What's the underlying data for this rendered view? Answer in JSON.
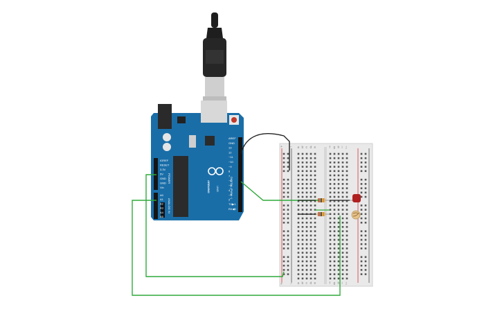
{
  "arduino": {
    "brand": "ARDUINO",
    "model": "UNO",
    "header_top": [
      "AREF",
      "GND",
      "13",
      "12",
      "~11",
      "~10",
      "~9",
      "8",
      "7",
      "~6",
      "~5",
      "4",
      "~3",
      "2",
      "TX▶1",
      "RX◀0"
    ],
    "digital_label": "DIGITAL (PWM ~)",
    "header_power": [
      "IOREF",
      "RESET",
      "3.3V",
      "5V",
      "GND",
      "GND",
      "Vin"
    ],
    "power_label": "POWER",
    "header_analog": [
      "A0",
      "A1",
      "A2",
      "A3",
      "A4",
      "A5"
    ],
    "analog_label": "ANALOG IN"
  },
  "breadboard": {
    "col_letters_left": [
      "a",
      "b",
      "c",
      "d",
      "e"
    ],
    "col_letters_right": [
      "f",
      "g",
      "h",
      "i",
      "j"
    ],
    "rail_plus": "+",
    "rail_minus": "−",
    "rows": 30
  },
  "colors": {
    "board": "#1a6ea8",
    "wire_green": "#2eaa3a",
    "wire_black": "#222222",
    "led": "#b02020",
    "breadboard": "#e8e8e8",
    "usb_cable": "#1e1e1e"
  },
  "icons": [
    "usb-cable-icon",
    "arduino-logo-icon",
    "led-icon",
    "photoresistor-icon",
    "resistor-icon"
  ]
}
